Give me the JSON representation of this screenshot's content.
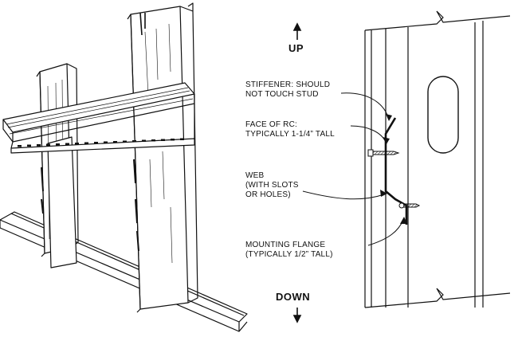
{
  "labels": {
    "up": "UP",
    "down": "DOWN",
    "stiffener": {
      "line1": "STIFFENER: SHOULD",
      "line2": "NOT TOUCH STUD"
    },
    "face": {
      "line1": "FACE OF RC:",
      "line2": "TYPICALLY 1-1/4” TALL"
    },
    "web": {
      "line1": "WEB",
      "line2": "(WITH SLOTS",
      "line3": "OR HOLES)"
    },
    "flange": {
      "line1": "MOUNTING FLANGE",
      "line2": "(TYPICALLY 1/2” TALL)"
    }
  },
  "icons": [
    "arrow-up-icon",
    "arrow-down-icon",
    "screw-icon"
  ],
  "colors": {
    "ink": "#111111",
    "background": "#ffffff"
  }
}
